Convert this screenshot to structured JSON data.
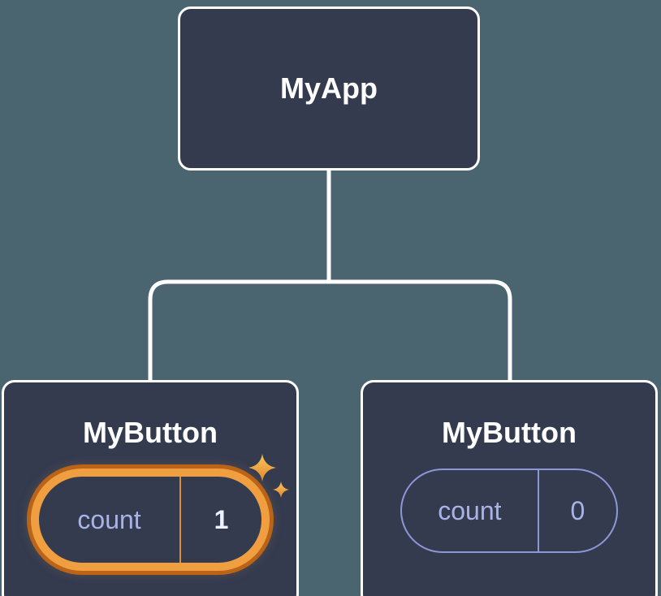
{
  "diagram": {
    "root": {
      "label": "MyApp"
    },
    "children": [
      {
        "label": "MyButton",
        "pill": {
          "key": "count",
          "value": "1"
        },
        "highlighted": true
      },
      {
        "label": "MyButton",
        "pill": {
          "key": "count",
          "value": "0"
        },
        "highlighted": false
      }
    ]
  },
  "icons": {
    "sparkles": "sparkles-icon"
  },
  "colors": {
    "background": "#4a6570",
    "node_fill": "#343b4f",
    "node_border": "#ffffff",
    "connector_line": "#ffffff",
    "accent_orange": "#ef9e40",
    "accent_orange_dark": "#bb6316",
    "lavender_text": "#a9b3e8",
    "lavender_border": "#8d97d8",
    "value_highlight_text": "#eef1ff"
  }
}
